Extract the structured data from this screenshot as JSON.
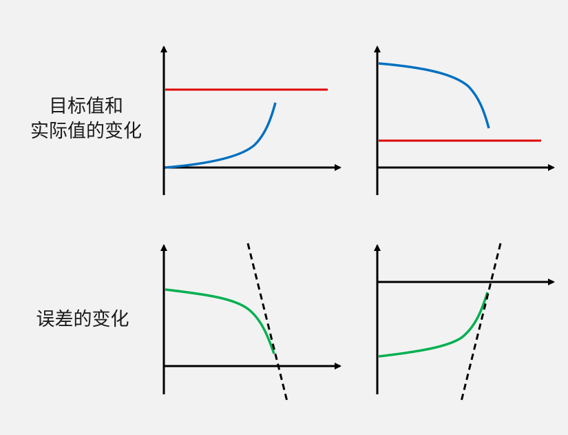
{
  "labels": {
    "top_line1": "目标值和",
    "top_line2": "实际值的变化",
    "bottom": "误差的变化"
  },
  "colors": {
    "axis": "#000000",
    "target": "#e00000",
    "actual": "#0070c0",
    "error": "#00b050",
    "tangent": "#000000"
  }
}
